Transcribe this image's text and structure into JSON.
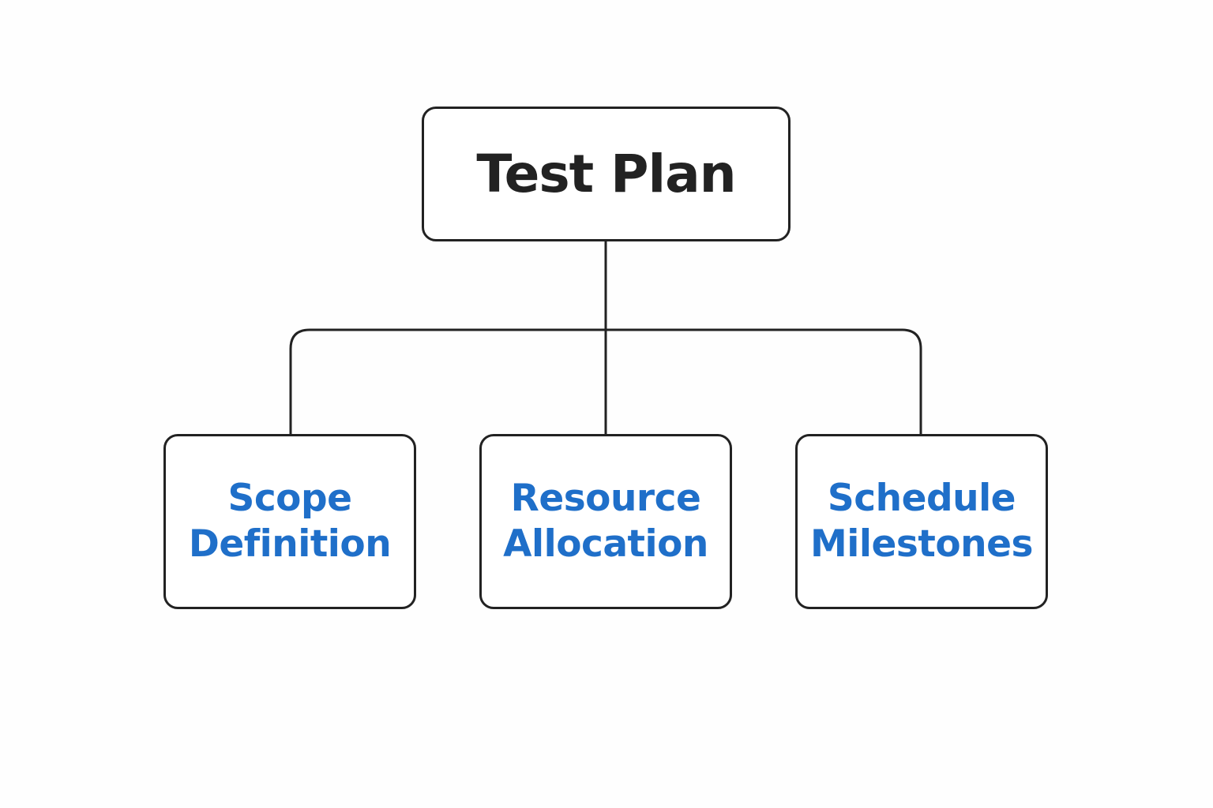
{
  "diagram": {
    "root": {
      "label": "Test Plan"
    },
    "children": [
      {
        "line1": "Scope",
        "line2": "Definition"
      },
      {
        "line1": "Resource",
        "line2": "Allocation"
      },
      {
        "line1": "Schedule",
        "line2": "Milestones"
      }
    ],
    "colors": {
      "border": "#222222",
      "root_text": "#222222",
      "child_text": "#1f6fc9",
      "background": "#ffffff"
    }
  }
}
